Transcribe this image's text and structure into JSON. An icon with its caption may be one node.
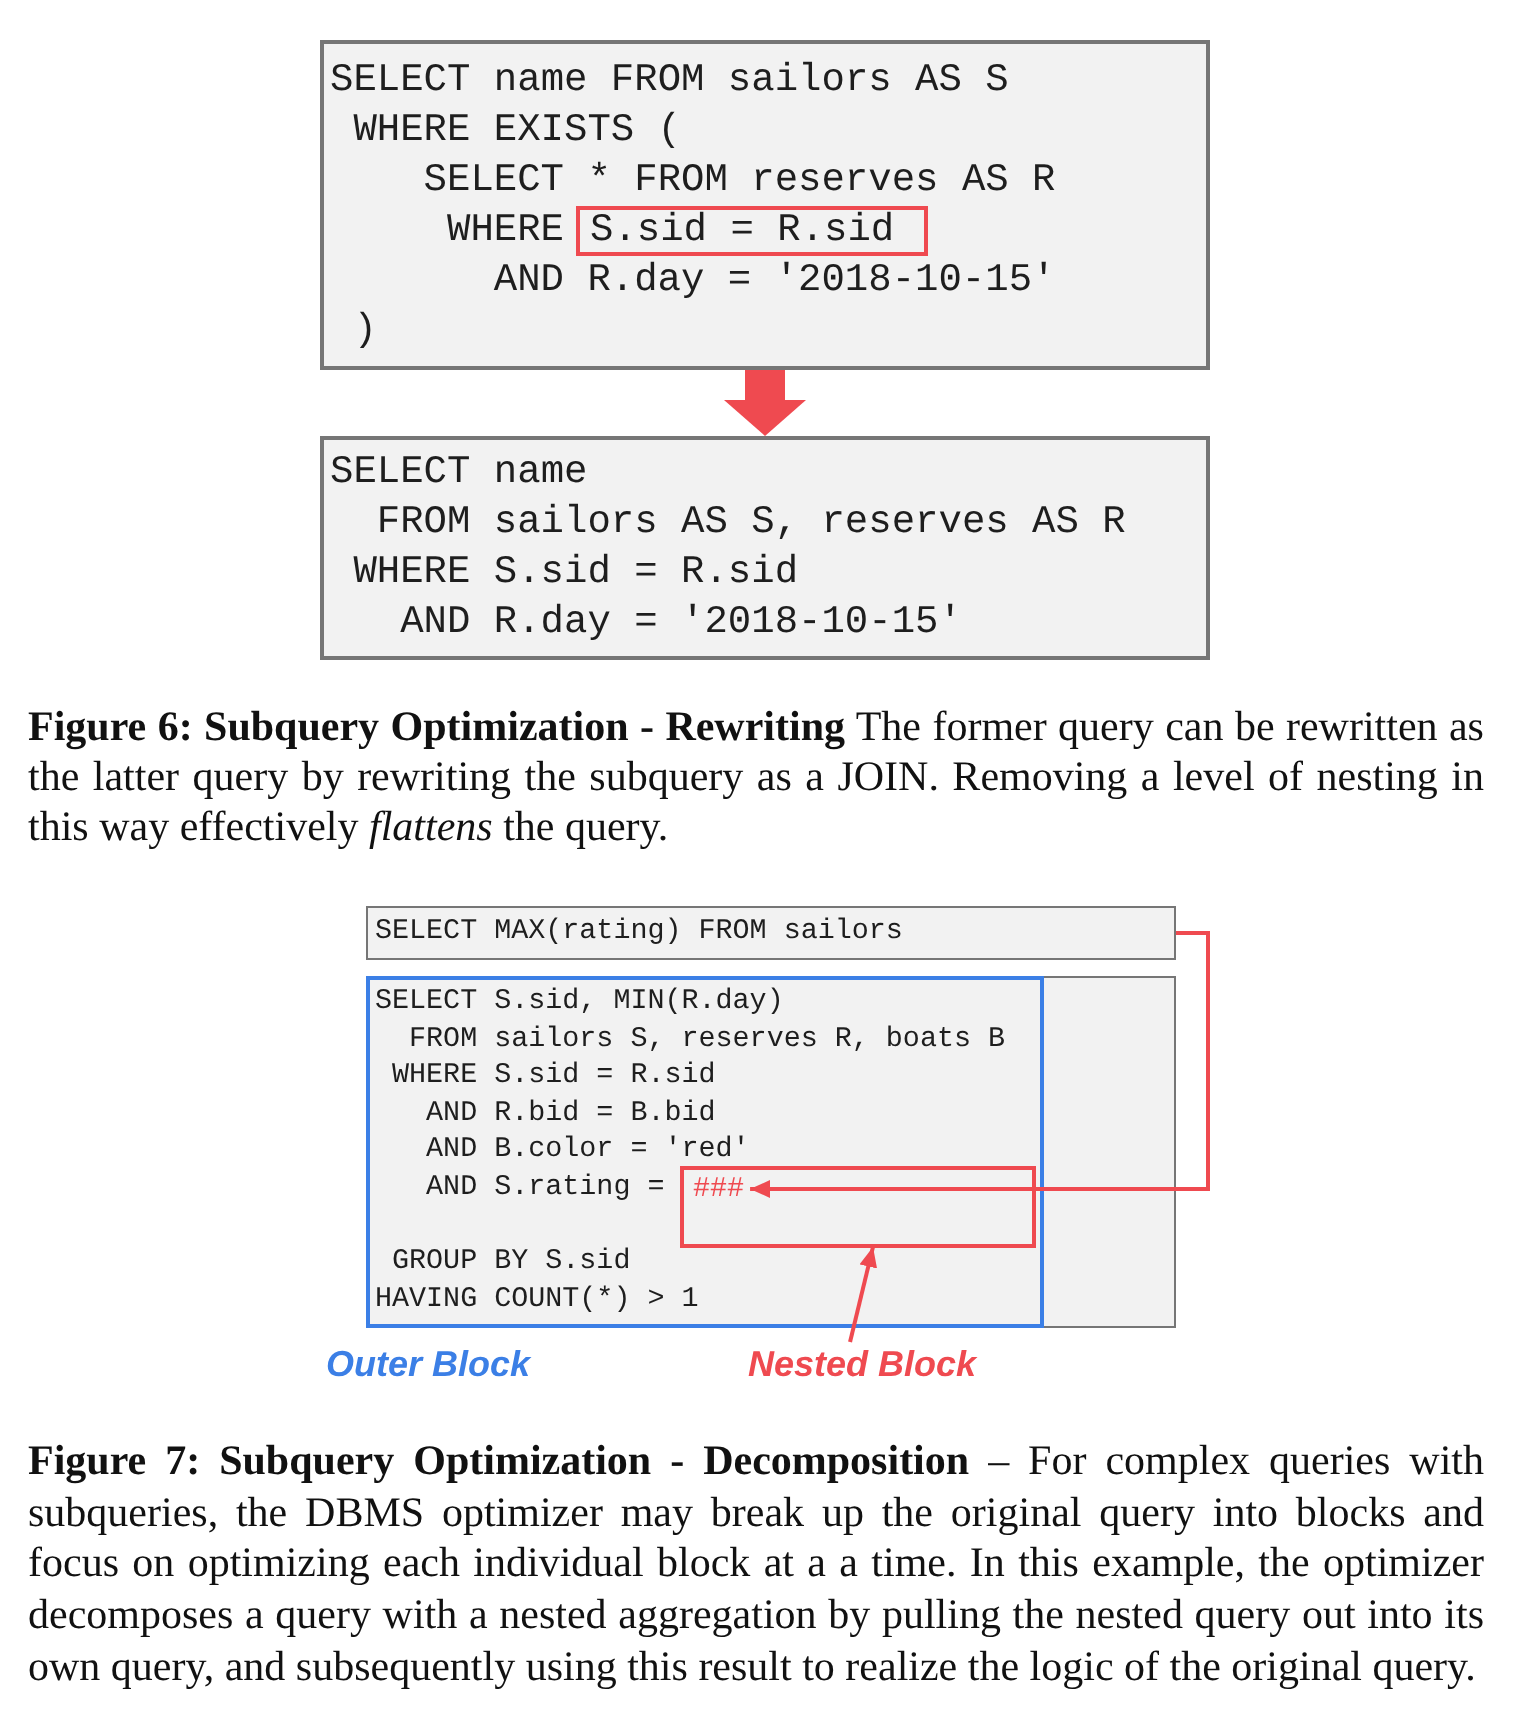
{
  "diagram": {
    "nodes": [
      {
        "text": [
          "SELECT name FROM sailors AS S",
          "WHERE EXISTS (",
          "SELECT * FROM reserves AS R",
          "WHERE",
          "AND R.day = '2018-10-15'",
          ")"
        ]
      },
      {
        "text": [
          "S.sid = R.sid"
        ],
        "in": 0
      },
      {
        "text": [
          "SELECT name",
          "FROM sailors AS S, reserves AS R",
          "WHERE S.sid = R.sid",
          "AND R.day = '2018-10-15'"
        ]
      },
      {
        "text": [
          "SELECT MAX(rating) FROM sailors"
        ]
      },
      {
        "text": [],
        "shape": "box"
      },
      {
        "text": [
          "SELECT S.sid, MIN(R.day)",
          "FROM sailors S, reserves R, boats B",
          "WHERE S.sid = R.sid",
          "AND R.bid = B.bid",
          "AND B.color = 'red'",
          "AND S.rating =",
          "GROUP BY S.sid",
          "HAVING COUNT(*) > 1"
        ],
        "in": 4,
        "beside": [
          "Outer Block"
        ]
      },
      {
        "text": [],
        "shape": "box",
        "in": 5
      },
      {
        "text": [
          "###"
        ],
        "in": 6
      },
      {
        "text": [
          "Nested Block"
        ]
      }
    ],
    "edges": [
      {
        "from": 0,
        "to": 2,
        "arrow": "to",
        "style": "thick"
      },
      {
        "from": 3,
        "to": 7,
        "arrow": "to"
      },
      {
        "from": 8,
        "to": 6,
        "arrow": "to"
      }
    ],
    "labels": [
      "**Figure 6: Subquery Optimization - Rewriting** The former query can be rewritten as the latter query by rewriting the subquery as a JOIN. Removing a level of nesting in this way effectively *flattens* the query.",
      "**Figure 7: Subquery Optimization - Decomposition** – For complex queries with subqueries, the DBMS optimizer may break up the original query into blocks and focus on optimizing each individual block at a a time. In this example, the optimizer decomposes a query with a nested aggregation by pulling the nested query out into its own query, and subsequently using this result to realize the logic of the original query."
    ]
  }
}
